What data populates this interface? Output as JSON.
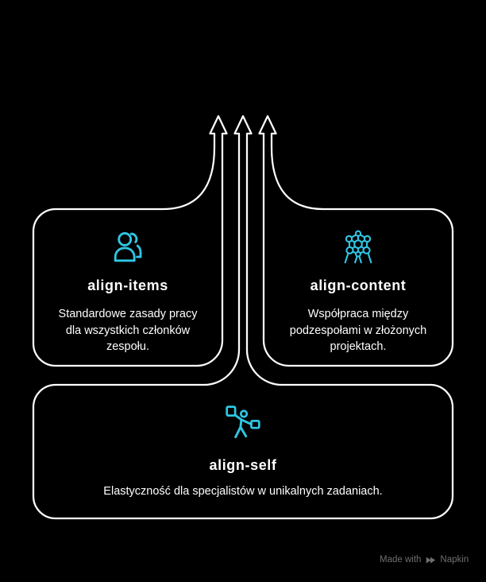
{
  "theme": {
    "background": "#000000",
    "line": "#ffffff",
    "accent": "#2fc6e4",
    "text": "#ffffff",
    "watermark": "#6f6f6f"
  },
  "diagram": {
    "kind": "merge-funnel-arrows",
    "arrow_count": 3
  },
  "cards": [
    {
      "icon": "users-icon",
      "title": "align-items",
      "description": "Standardowe zasady pracy dla wszystkich członków zespołu."
    },
    {
      "icon": "team-network-icon",
      "title": "align-content",
      "description": "Współpraca między podzespołami w złożonych projektach."
    },
    {
      "icon": "person-flags-icon",
      "title": "align-self",
      "description": "Elastyczność dla specjalistów w unikalnych zadaniach."
    }
  ],
  "watermark": {
    "prefix": "Made with",
    "brand": "Napkin"
  }
}
